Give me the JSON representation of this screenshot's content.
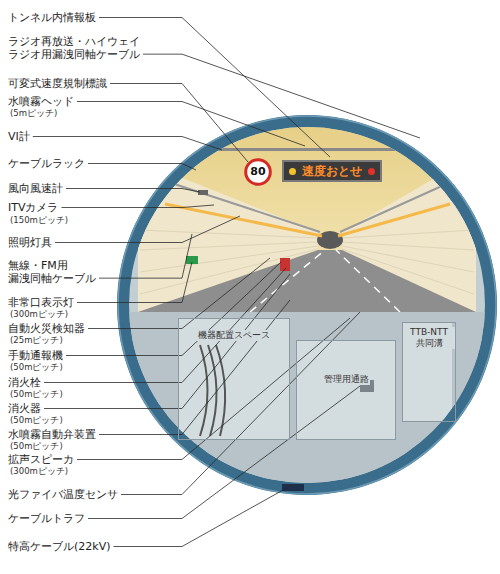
{
  "diagram": {
    "nodes": [
      {
        "text": [
          "80"
        ]
      },
      {
        "text": [
          "速度おとせ"
        ]
      },
      {
        "text": [
          "機器配置スペース"
        ]
      },
      {
        "text": [
          "管理用通路"
        ]
      },
      {
        "text": [
          "TTB-NTT 共同溝"
        ]
      }
    ],
    "labels": [
      "トンネル内情報板",
      "ラジオ再放送・ハイウェイ ラジオ用漏洩同軸ケーブル",
      "可変式速度規制標識",
      "水噴霧ヘッド",
      "(5mピッチ)",
      "VI計",
      "ケーブルラック",
      "風向風速計",
      "ITVカメラ",
      "(150mピッチ)",
      "照明灯具",
      "無線・FM用 漏洩同軸ケーブル",
      "非常口表示灯",
      "(300mピッチ)",
      "自動火災検知器",
      "(25mピッチ)",
      "手動通報機",
      "(50mピッチ)",
      "消火栓",
      "(50mピッチ)",
      "消火器",
      "(50mピッチ)",
      "水噴霧自動弁装置",
      "(50mピッチ)",
      "拡声スピーカ",
      "(300mピッチ)",
      "光ファイバ温度センサ",
      "ケーブルトラフ",
      "特高ケーブル(22kV)"
    ]
  }
}
